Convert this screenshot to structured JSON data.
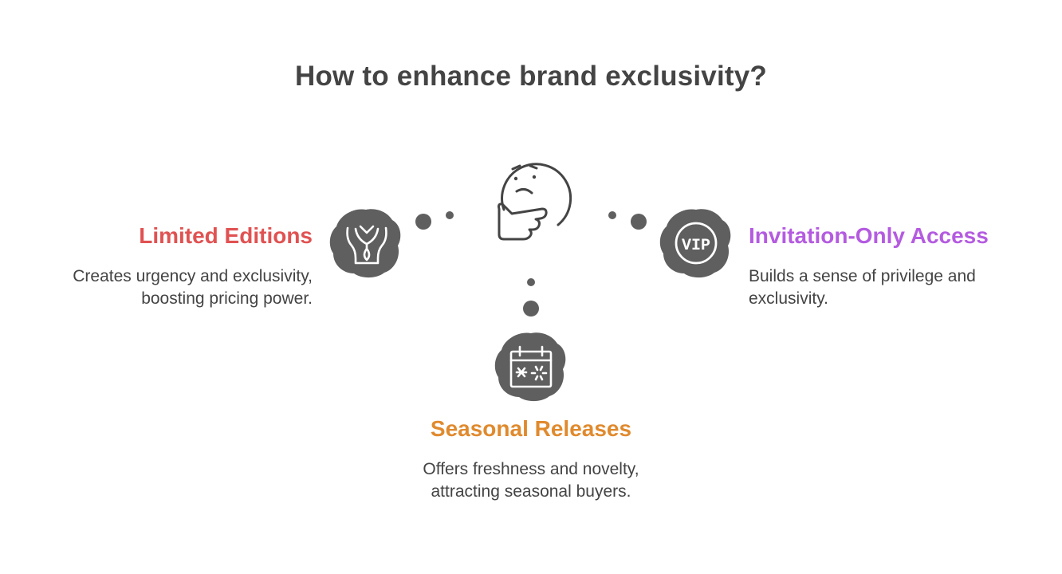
{
  "title": "How to enhance brand exclusivity?",
  "options": [
    {
      "title": "Limited Editions",
      "description_lines": [
        "Creates urgency and exclusivity,",
        "boosting pricing power."
      ],
      "icon": "pendant-necklace-icon",
      "color": "#e05252"
    },
    {
      "title": "Invitation-Only Access",
      "description_lines": [
        "Builds a sense of privilege and",
        "exclusivity."
      ],
      "icon": "vip-badge-icon",
      "icon_text": "VIP",
      "color": "#b45be0"
    },
    {
      "title": "Seasonal Releases",
      "description_lines": [
        "Offers freshness and novelty,",
        "attracting seasonal buyers."
      ],
      "icon": "calendar-fireworks-icon",
      "color": "#e08a2e"
    }
  ],
  "center_icon": "thinking-face-icon",
  "colors": {
    "text": "#444444",
    "icon_fill": "#5f5f5f",
    "icon_stroke": "#ffffff",
    "dot": "#5f5f5f"
  }
}
